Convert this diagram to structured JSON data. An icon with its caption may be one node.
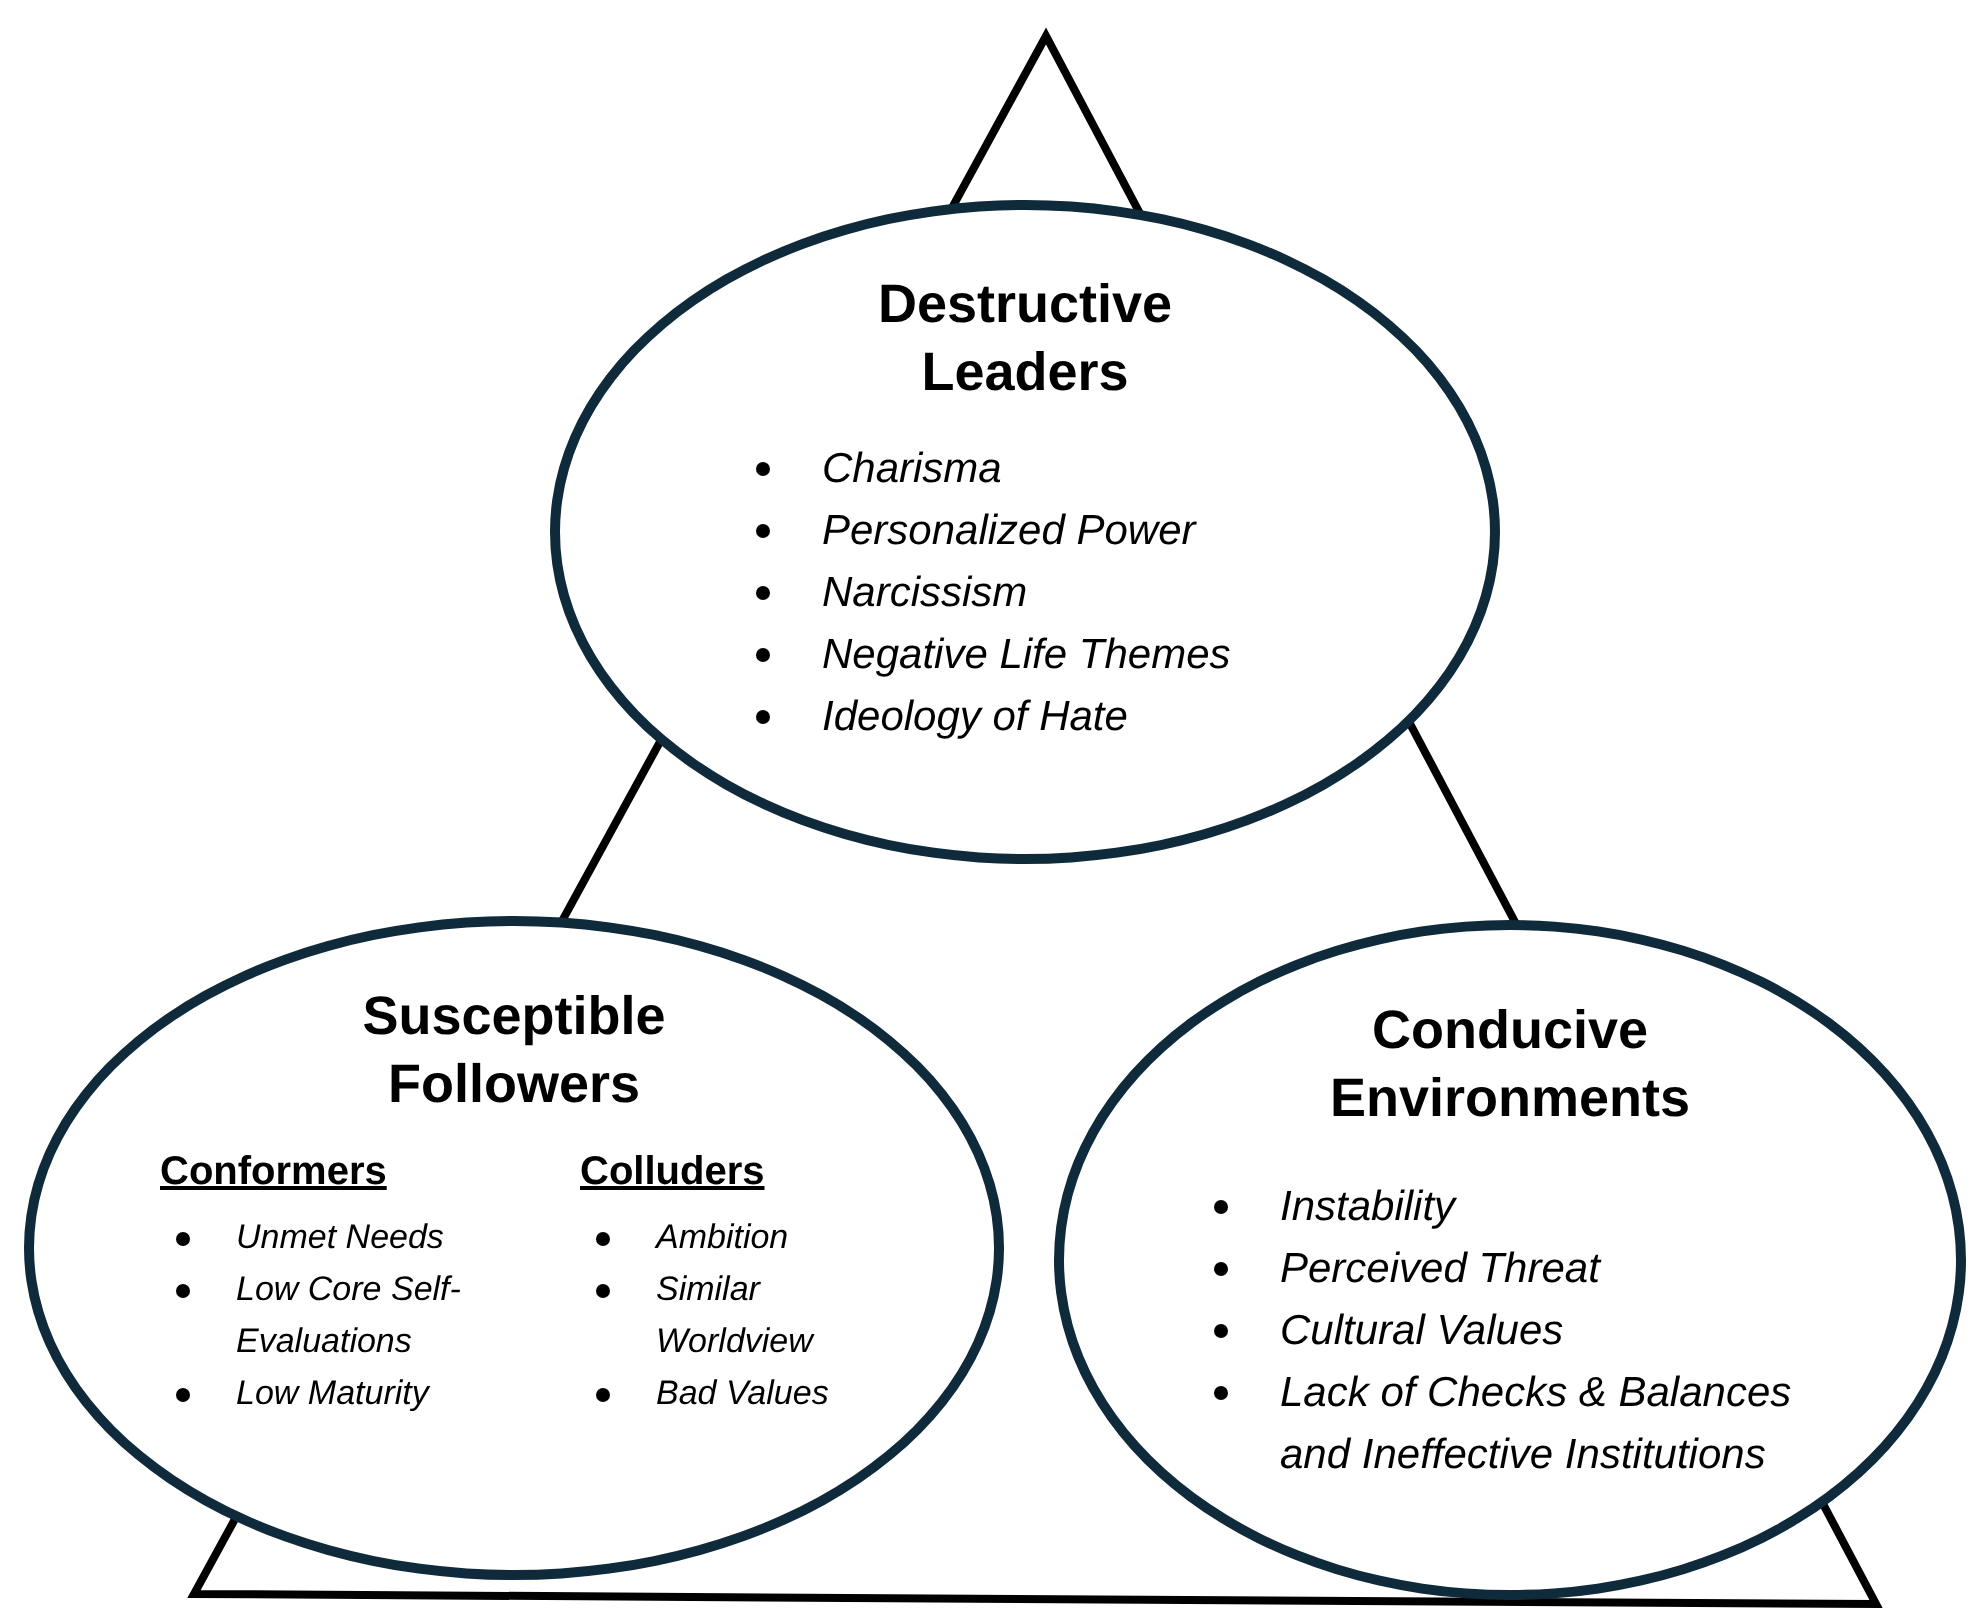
{
  "diagram": {
    "nodes": [
      {
        "text": [
          "Destructive Leaders",
          "Charisma",
          "Personalized Power",
          "Narcissism",
          "Negative Life Themes",
          "Ideology of Hate"
        ]
      },
      {
        "text": [
          "Susceptible Followers",
          "Conformers",
          "Unmet Needs",
          "Low Core Self-Evaluations",
          "Low Maturity",
          "Colluders",
          "Ambition",
          "Similar Worldview",
          "Bad Values"
        ]
      },
      {
        "text": [
          "Conducive Environments",
          "Instability",
          "Perceived Threat",
          "Cultural Values",
          "Lack of Checks & Balances and Ineffective Institutions"
        ]
      }
    ]
  }
}
